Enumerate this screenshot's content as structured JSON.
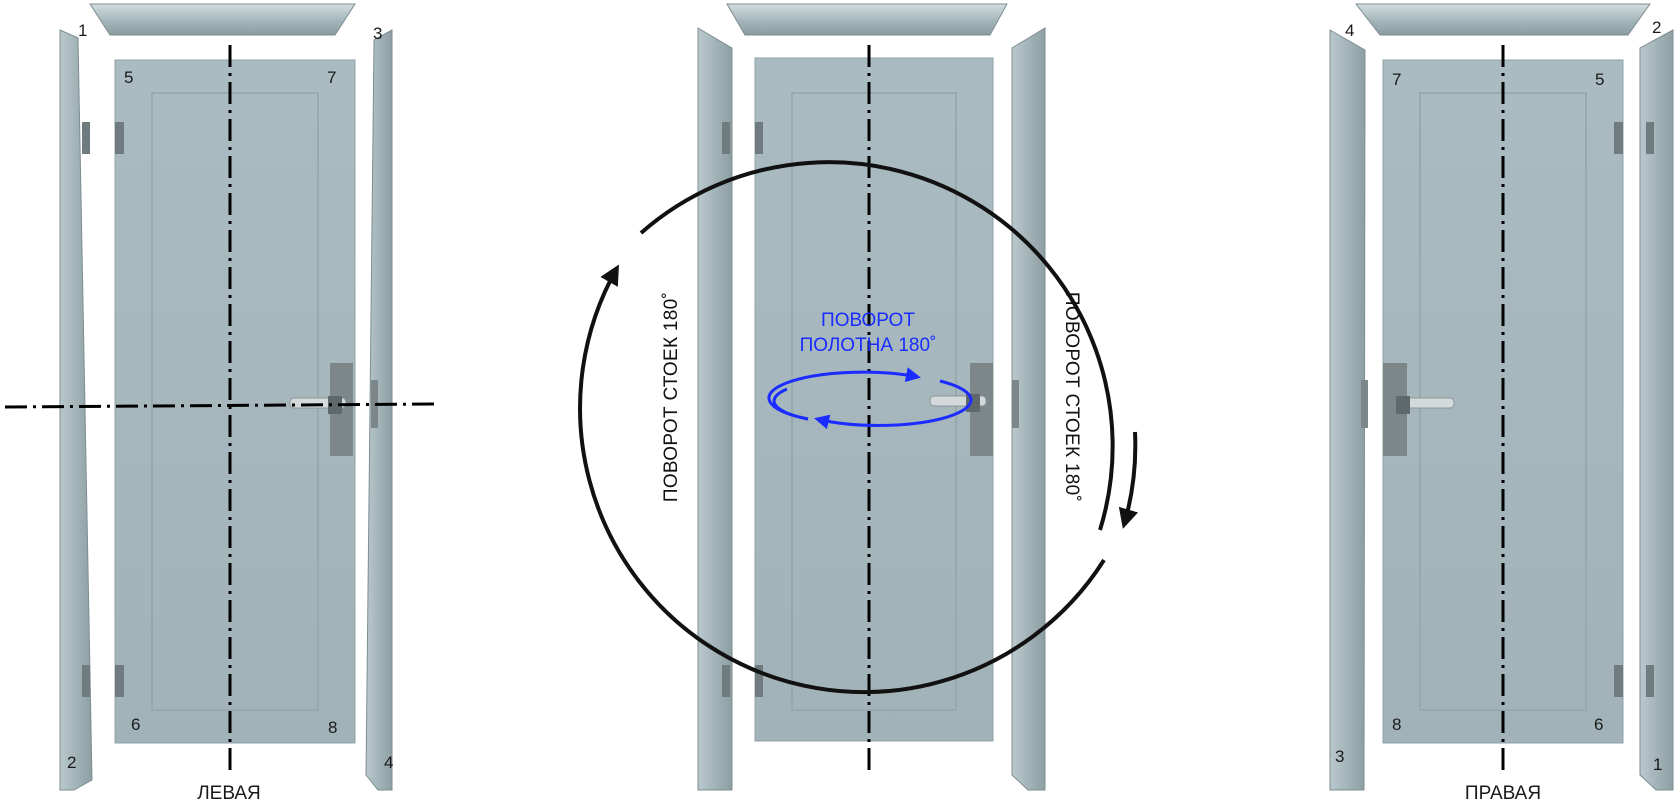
{
  "labels": {
    "left": "ЛЕВАЯ",
    "right": "ПРАВАЯ",
    "jamb_rotation_left": "ПОВОРОТ СТОЕК 180˚",
    "jamb_rotation_right": "ПОВОРОТ СТОЕК 180˚",
    "leaf_rotation_line1": "ПОВОРОТ",
    "leaf_rotation_line2": "ПОЛОТНА 180˚"
  },
  "left_door": {
    "n1": "1",
    "n2": "2",
    "n3": "3",
    "n4": "4",
    "n5": "5",
    "n6": "6",
    "n7": "7",
    "n8": "8"
  },
  "right_door": {
    "n1": "1",
    "n2": "2",
    "n3": "3",
    "n4": "4",
    "n5": "5",
    "n6": "6",
    "n7": "7",
    "n8": "8"
  },
  "colors": {
    "door": "#a6b8bd",
    "door_panel_line": "#93a6ab",
    "jamb": "#a4b5ba",
    "jamb_light": "#c5d3d7",
    "hinge": "#6f7b7e",
    "handle_plate": "#7d8789",
    "axis": "#000000",
    "accent_blue": "#1a2cff"
  },
  "icons": [
    "door-leaf-icon",
    "door-jamb-icon",
    "door-lintel-icon",
    "hinge-icon",
    "door-handle-icon",
    "rotation-arrow-icon"
  ]
}
